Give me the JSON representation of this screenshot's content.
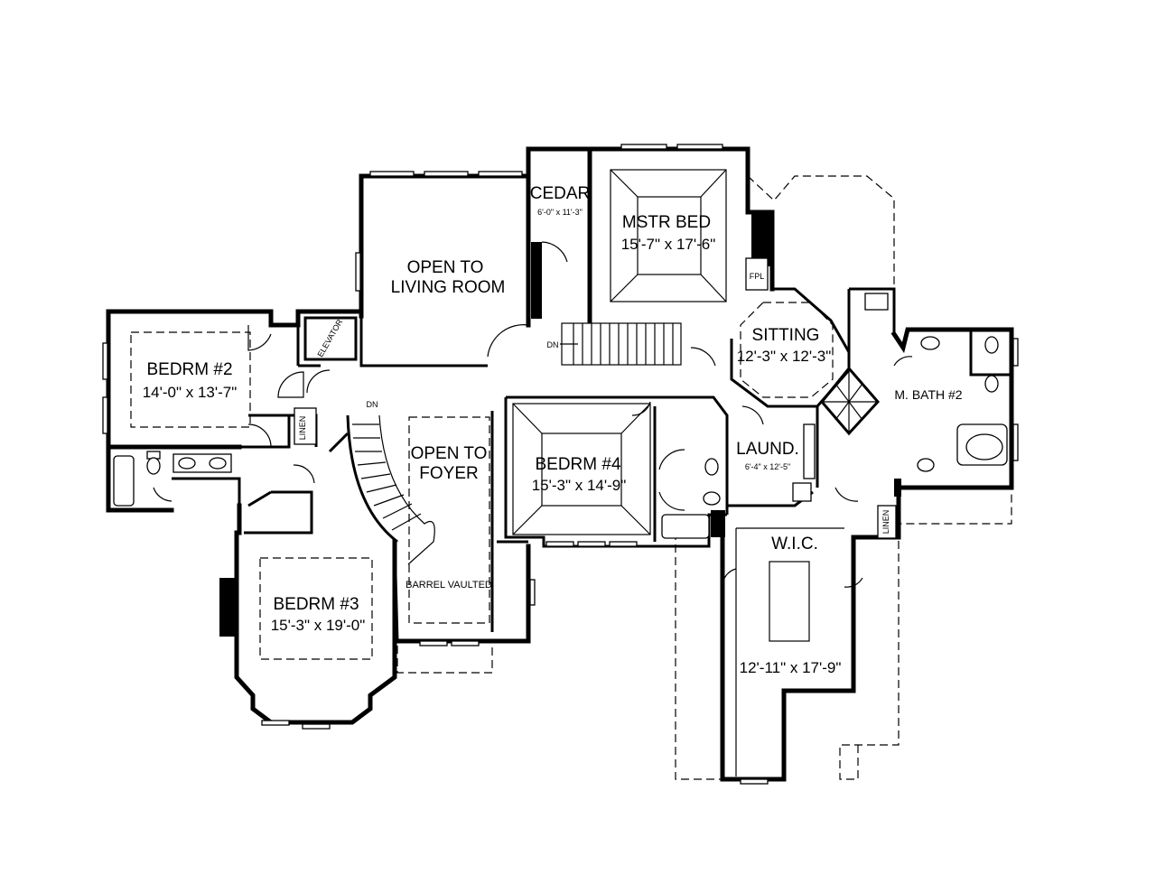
{
  "rooms": {
    "cedar": {
      "name": "CEDAR",
      "dim": "6'-0\" x 11'-3\""
    },
    "mstr_bed": {
      "name": "MSTR BED",
      "dim": "15'-7\" x 17'-6\""
    },
    "open_living": {
      "line1": "OPEN TO",
      "line2": "LIVING ROOM"
    },
    "sitting": {
      "name": "SITTING",
      "dim": "12'-3\" x 12'-3\""
    },
    "bedrm2": {
      "name": "BEDRM #2",
      "dim": "14'-0\" x 13'-7\""
    },
    "bedrm3": {
      "name": "BEDRM #3",
      "dim": "15'-3\" x 19'-0\""
    },
    "bedrm4": {
      "name": "BEDRM #4",
      "dim": "15'-3\" x 14'-9\""
    },
    "open_foyer": {
      "line1": "OPEN TO",
      "line2": "FOYER",
      "note": "BARREL VAULTED"
    },
    "mbath2": {
      "name": "M. BATH #2"
    },
    "laund": {
      "name": "LAUND.",
      "dim": "6'-4\" x 12'-5\""
    },
    "wic": {
      "name": "W.I.C.",
      "dim": "12'-11\" x 17'-9\""
    }
  },
  "labels": {
    "elevator": "ELEVATOR",
    "linen_left": "LINEN",
    "linen_right": "LINEN",
    "fpl": "FPL",
    "dn_main": "DN",
    "dn_stair": "DN"
  }
}
